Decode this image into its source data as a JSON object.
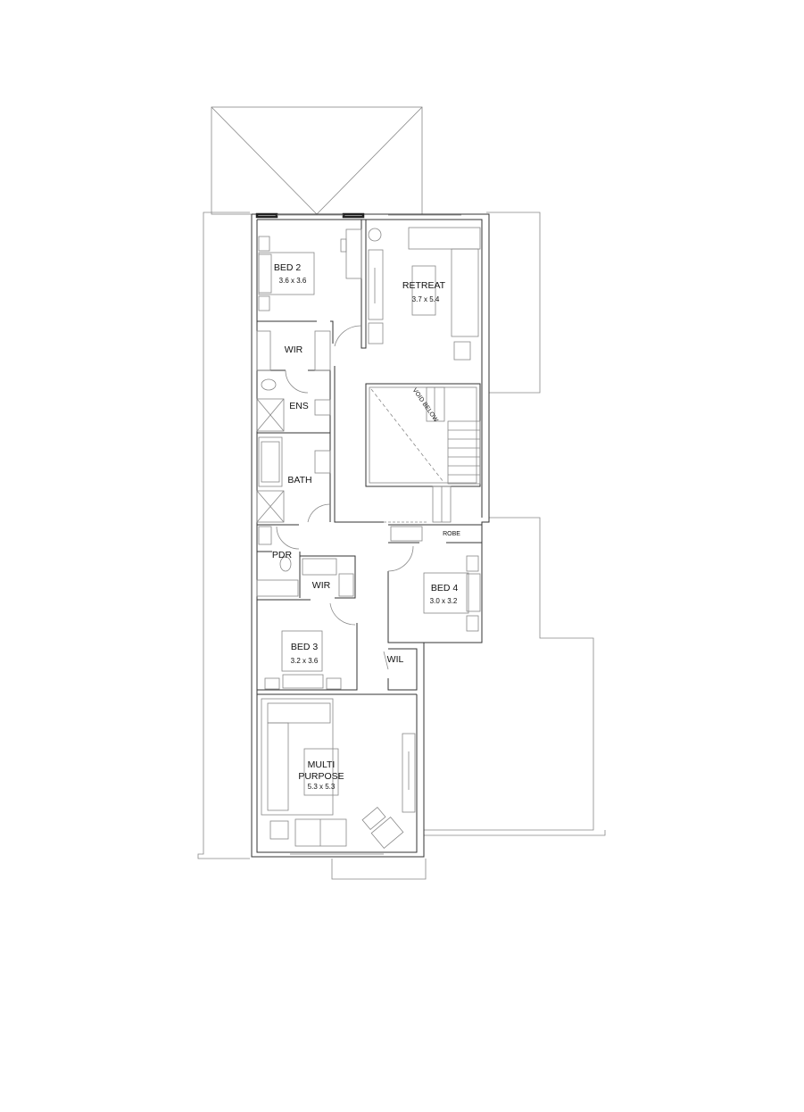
{
  "plan": {
    "rooms": {
      "bed2": {
        "name": "BED 2",
        "size": "3.6 x 3.6"
      },
      "retreat": {
        "name": "RETREAT",
        "size": "3.7 x 5.4"
      },
      "wir1": {
        "name": "WIR"
      },
      "ens": {
        "name": "ENS"
      },
      "bath": {
        "name": "BATH"
      },
      "void": {
        "name": "VOID BELOW"
      },
      "robe": {
        "name": "ROBE"
      },
      "pdr": {
        "name": "PDR"
      },
      "wir2": {
        "name": "WIR"
      },
      "bed4": {
        "name": "BED 4",
        "size": "3.0 x 3.2"
      },
      "bed3": {
        "name": "BED 3",
        "size": "3.2 x 3.6"
      },
      "wil": {
        "name": "WIL"
      },
      "multi": {
        "name_line1": "MULTI",
        "name_line2": "PURPOSE",
        "size": "5.3 x 5.3"
      }
    },
    "colors": {
      "line": "#333333",
      "background": "#ffffff"
    }
  }
}
